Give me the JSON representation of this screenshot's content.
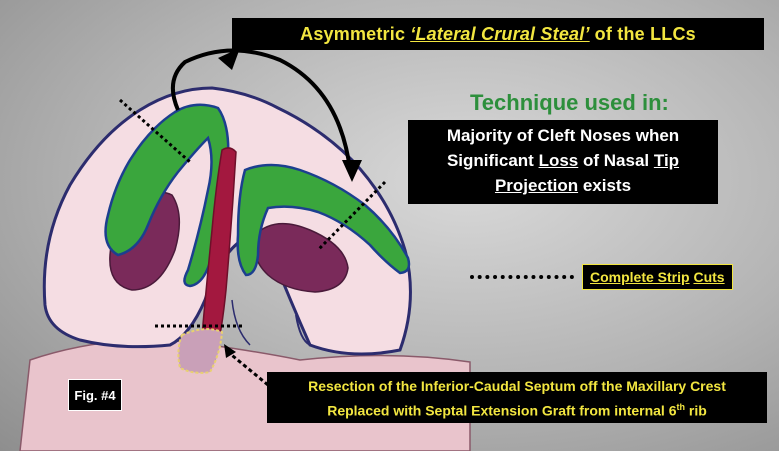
{
  "title": {
    "prefix": "Asymmetric",
    "highlight": "‘Lateral Crural Steal’",
    "suffix": "of the LLCs"
  },
  "technique": {
    "heading": "Technique used in:",
    "line1": "Majority of Cleft Noses when",
    "line2_a": "Significant",
    "line2_b": "Loss",
    "line2_c": "of Nasal",
    "line2_d": "Tip",
    "line3_a": "Projection",
    "line3_b": "exists"
  },
  "legend": {
    "strip_label_a": "Complete Strip",
    "strip_label_b": "Cuts"
  },
  "figure_label": "Fig. #4",
  "resection": {
    "line1": "Resection of the Inferior-Caudal Septum off the Maxillary Crest",
    "line2": "Replaced with Septal Extension Graft from internal 6",
    "line2_sup": "th",
    "line2_end": "rib"
  },
  "colors": {
    "title_yellow": "#f2e640",
    "technique_green": "#2d8f3c",
    "cartilage_green": "#3aa63d",
    "septum_red": "#a3183f",
    "nostril_purple": "#7a2a5a",
    "skin_pink": "#f2d9df"
  }
}
